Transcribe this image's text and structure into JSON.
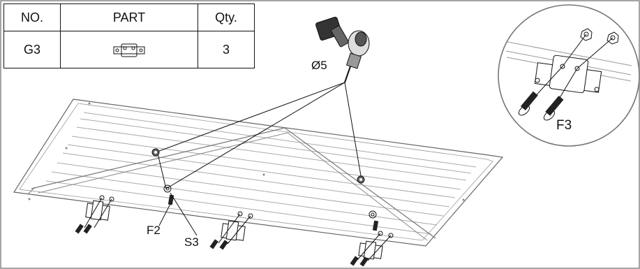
{
  "table": {
    "headers": [
      "NO.",
      "PART",
      "Qty."
    ],
    "rows": [
      {
        "no": "G3",
        "part_icon": "hinge-bracket-icon",
        "qty": "3"
      }
    ]
  },
  "labels": {
    "drill_bit": "Ø5",
    "screw_left": "F2",
    "washer_left": "S3",
    "detail_screw": "F3"
  }
}
